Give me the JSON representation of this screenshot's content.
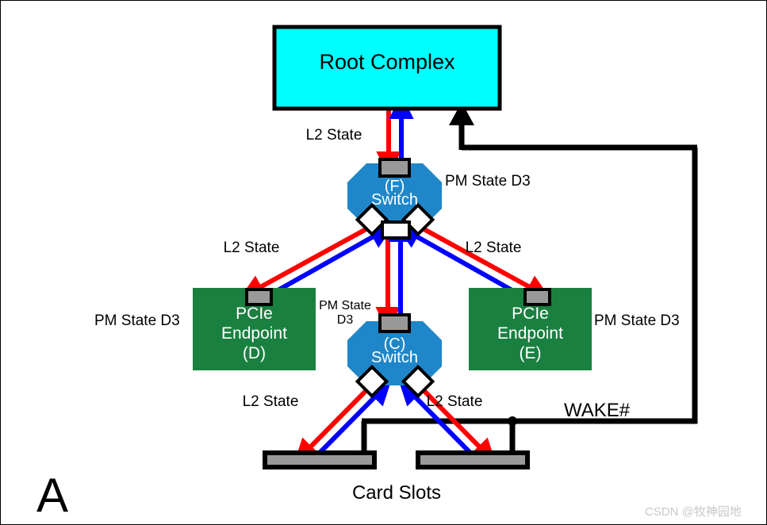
{
  "figure": {
    "letter": "A",
    "watermark": "CSDN @牧神园地"
  },
  "colors": {
    "root_complex_fill": "#00ffff",
    "switch_fill": "#1f87c9",
    "endpoint_fill": "#1a8040",
    "port_fill": "#999999",
    "diamond_port_fill": "#ffffff",
    "slot_fill": "#999999",
    "link_down_arrow": "#ff0000",
    "link_up_arrow": "#0000ff",
    "wake_line": "#000000",
    "outline": "#000000"
  },
  "nodes": {
    "root_complex": {
      "label": "Root Complex"
    },
    "switch_f": {
      "line1": "(F)",
      "line2": "Switch"
    },
    "switch_c": {
      "line1": "(C)",
      "line2": "Switch"
    },
    "endpoint_d": {
      "line1": "PCIe",
      "line2": "Endpoint",
      "line3": "(D)"
    },
    "endpoint_e": {
      "line1": "PCIe",
      "line2": "Endpoint",
      "line3": "(E)"
    },
    "card_slots": {
      "label": "Card Slots",
      "count": 2
    }
  },
  "annotations": {
    "l2_rc_to_f": "L2 State",
    "l2_f_to_d": "L2 State",
    "l2_f_to_e": "L2 State",
    "l2_c_slot_left": "L2 State",
    "l2_c_slot_right": "L2 State",
    "pm_state_f": "PM State D3",
    "pm_state_d": "PM State D3",
    "pm_state_e": "PM State D3",
    "pm_state_c_line1": "PM State",
    "pm_state_c_line2": "D3",
    "wake": "WAKE#"
  }
}
